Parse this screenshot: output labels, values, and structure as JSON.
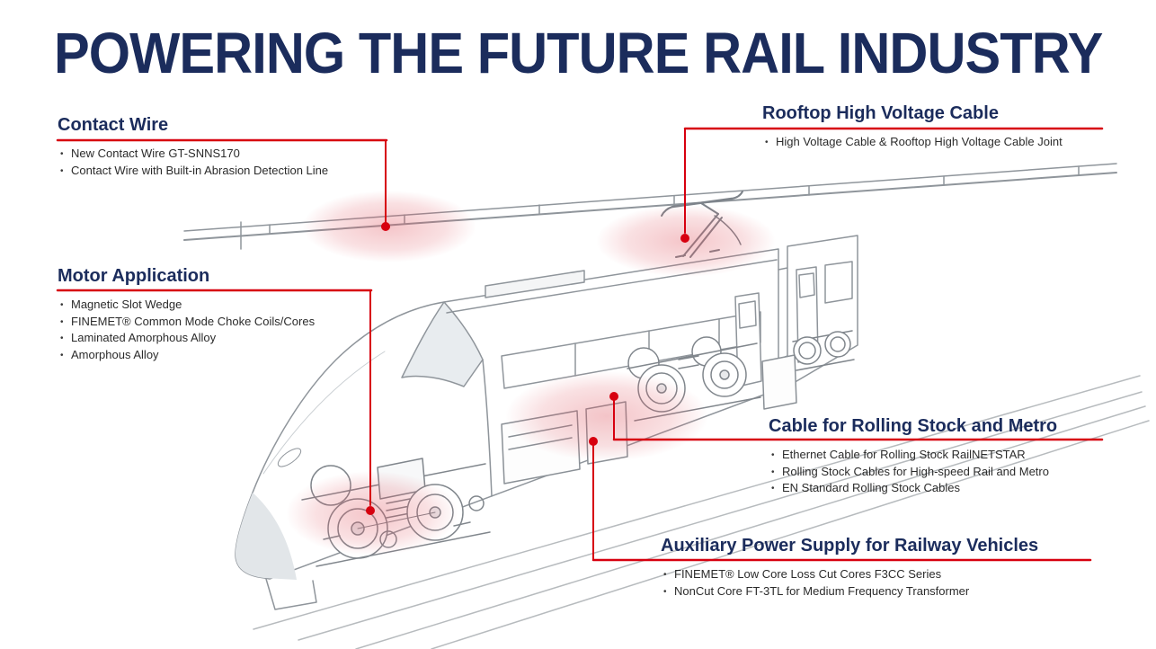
{
  "title": "POWERING THE FUTURE RAIL INDUSTRY",
  "colors": {
    "accent_red": "#d7000f",
    "heading_navy": "#1b2c5c",
    "body_text": "#2b2b2b",
    "highlight_pink": "#e05560"
  },
  "callouts": {
    "contact_wire": {
      "title": "Contact Wire",
      "items": [
        "New Contact Wire GT-SNNS170",
        "Contact Wire with Built-in Abrasion Detection Line"
      ]
    },
    "rooftop_high_voltage_cable": {
      "title": "Rooftop High Voltage Cable",
      "items": [
        "High Voltage Cable & Rooftop High Voltage Cable Joint"
      ]
    },
    "motor_application": {
      "title": "Motor Application",
      "items": [
        "Magnetic Slot Wedge",
        "FINEMET® Common Mode Choke Coils/Cores",
        "Laminated Amorphous Alloy",
        "Amorphous Alloy"
      ]
    },
    "cable_for_rolling_stock_and_metro": {
      "title": "Cable for Rolling Stock and Metro",
      "items": [
        "Ethernet Cable for Rolling Stock RailNETSTAR",
        "Rolling Stock Cables for High-speed Rail and Metro",
        "EN Standard Rolling Stock Cables"
      ]
    },
    "auxiliary_power_supply": {
      "title": "Auxiliary Power Supply for Railway Vehicles",
      "items": [
        "FINEMET® Low Core Loss Cut Cores F3CC Series",
        "NonCut Core FT-3TL for Medium Frequency Transformer"
      ]
    }
  }
}
